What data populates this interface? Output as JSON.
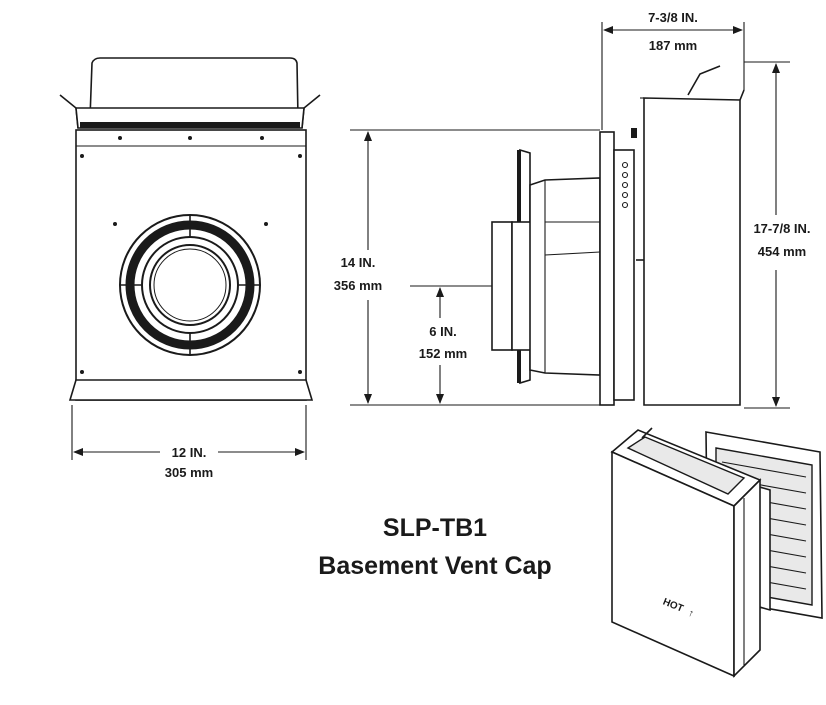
{
  "dimensions": {
    "front_width": {
      "imperial": "12 IN.",
      "metric": "305 mm"
    },
    "side_depth": {
      "imperial": "7-3/8 IN.",
      "metric": "187 mm"
    },
    "side_height_overall": {
      "imperial": "17-7/8 IN.",
      "metric": "454 mm"
    },
    "side_height_plate": {
      "imperial": "14 IN.",
      "metric": "356 mm"
    },
    "pipe_center_height": {
      "imperial": "6 IN.",
      "metric": "152 mm"
    }
  },
  "product": {
    "model": "SLP-TB1",
    "name": "Basement Vent Cap",
    "housing_label": "HOT"
  }
}
